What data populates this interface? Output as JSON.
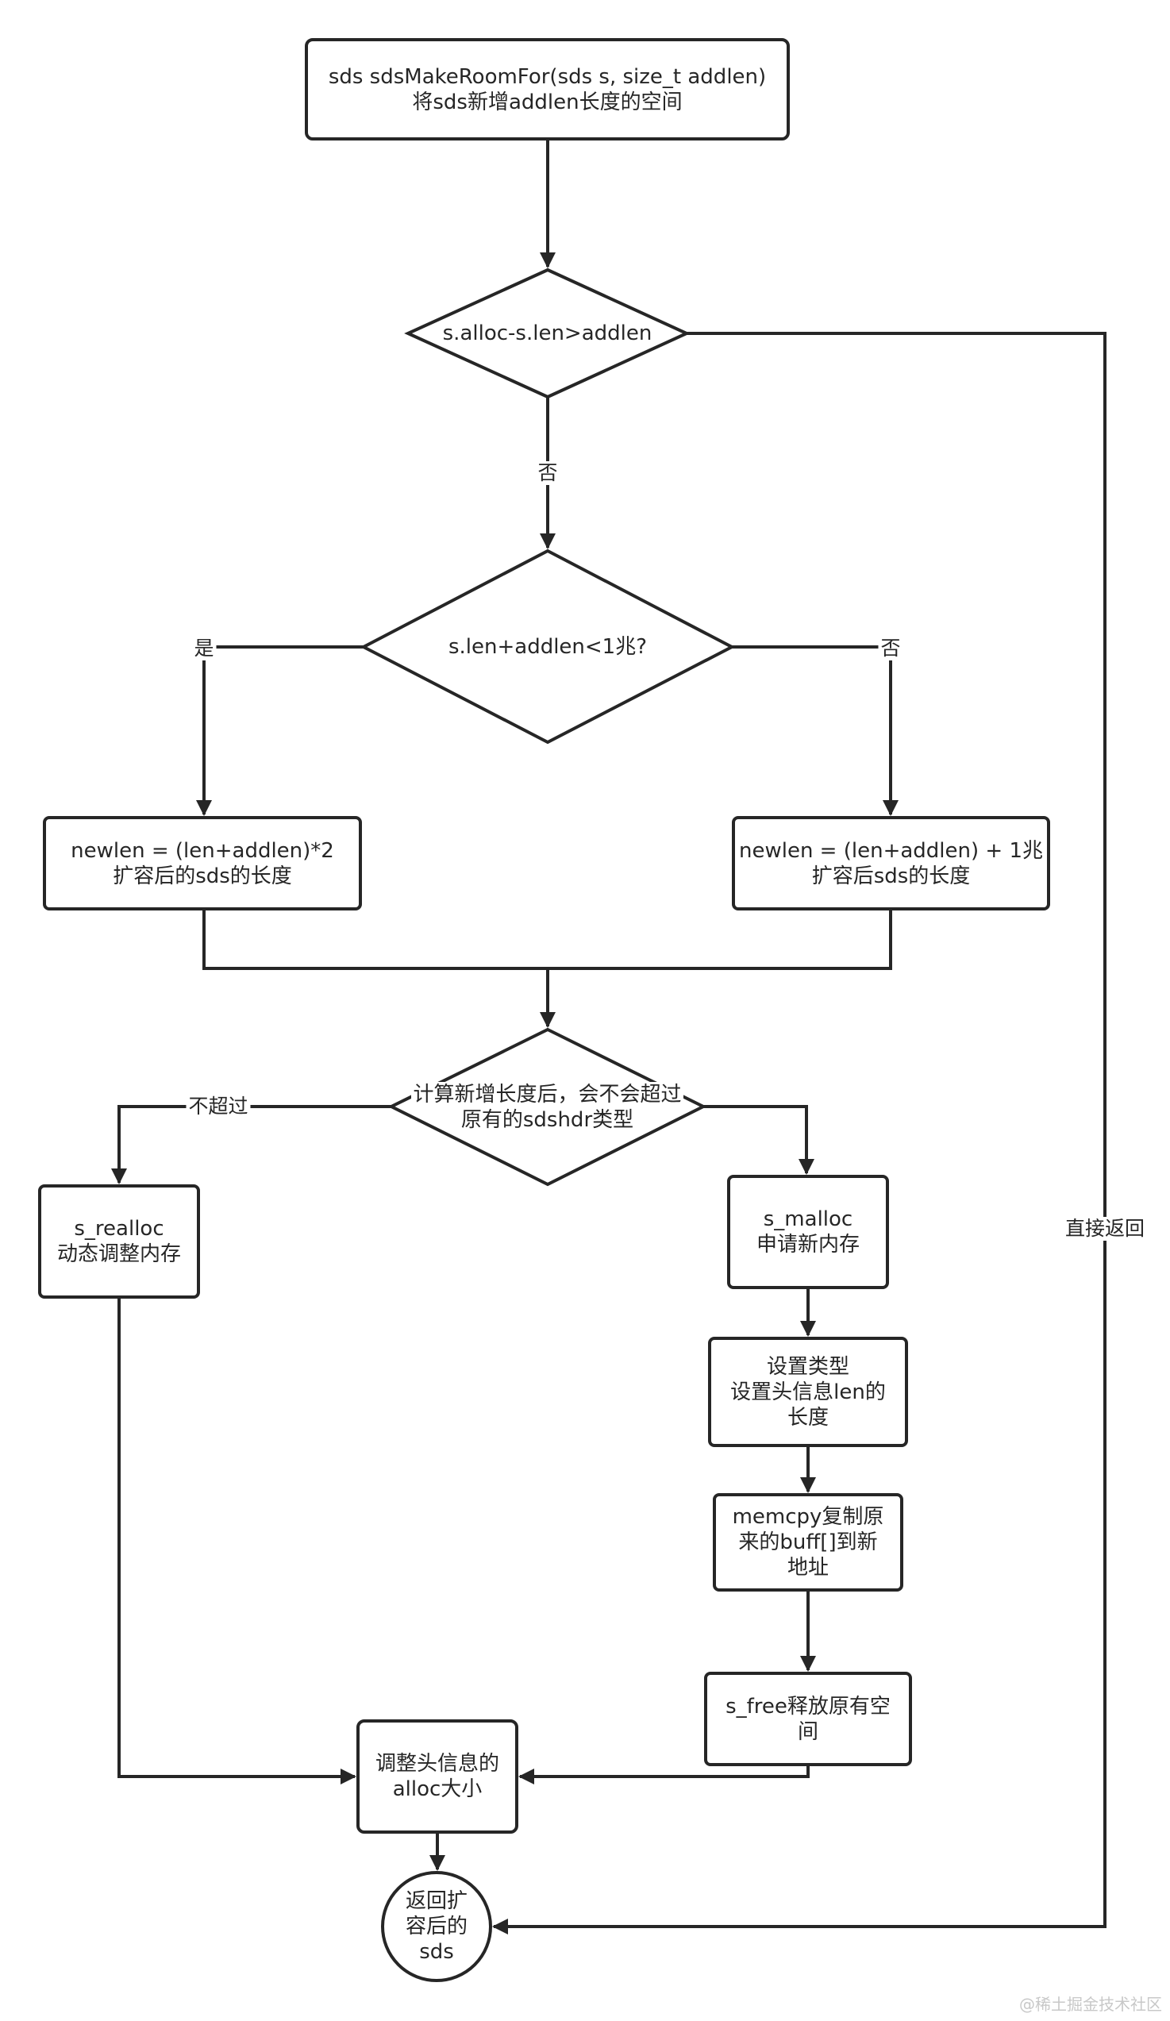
{
  "nodes": {
    "start": {
      "line1": "sds sdsMakeRoomFor(sds s, size_t addlen)",
      "line2": "将sds新增addlen长度的空间"
    },
    "cond_alloc": {
      "line1": "s.alloc-s.len>addlen"
    },
    "cond_1m": {
      "line1": "s.len+addlen<1兆?"
    },
    "double": {
      "line1": "newlen = (len+addlen)*2",
      "line2": "扩容后的sds的长度"
    },
    "plus_1m": {
      "line1": "newlen = (len+addlen) + 1兆",
      "line2": "扩容后sds的长度"
    },
    "cond_type": {
      "line1": "计算新增长度后，会不会超过",
      "line2": "原有的sdshdr类型"
    },
    "realloc": {
      "line1": "s_realloc",
      "line2": "动态调整内存"
    },
    "malloc": {
      "line1": "s_malloc",
      "line2": "申请新内存"
    },
    "set_type": {
      "line1": "设置类型",
      "line2": "设置头信息len的",
      "line3": "长度"
    },
    "memcpy": {
      "line1": "memcpy复制原",
      "line2": "来的buff[]到新",
      "line3": "地址"
    },
    "free": {
      "line1": "s_free释放原有空",
      "line2": "间"
    },
    "adjust": {
      "line1": "调整头信息的",
      "line2": "alloc大小"
    },
    "ret": {
      "line1": "返回扩",
      "line2": "容后的",
      "line3": "sds"
    }
  },
  "edge_labels": {
    "no_1": "否",
    "yes": "是",
    "no_2": "否",
    "not_exceed": "不超过",
    "direct_return": "直接返回"
  },
  "watermark": "@稀土掘金技术社区",
  "colors": {
    "stroke": "#262626",
    "background": "#ffffff",
    "watermark": "#c8c8c8"
  }
}
